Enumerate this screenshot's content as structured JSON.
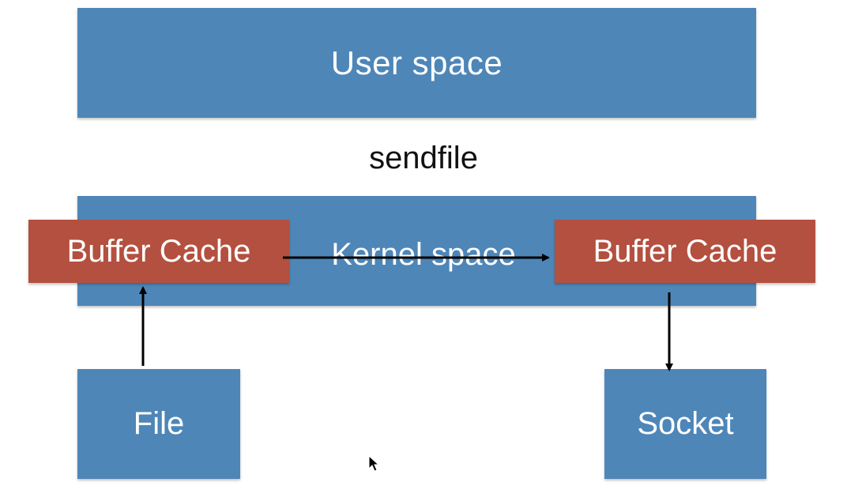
{
  "diagram": {
    "user_space_label": "User space",
    "syscall_label": "sendfile",
    "kernel_space_label": "Kernel space",
    "buffer_cache_left_label": "Buffer Cache",
    "buffer_cache_right_label": "Buffer Cache",
    "file_label": "File",
    "socket_label": "Socket"
  },
  "colors": {
    "space_blue": "#4e86b8",
    "buffer_red": "#b4503f",
    "arrow": "#000000",
    "text_on_box": "#ffffff"
  },
  "icons": {
    "cursor": "mouse-pointer-icon"
  }
}
